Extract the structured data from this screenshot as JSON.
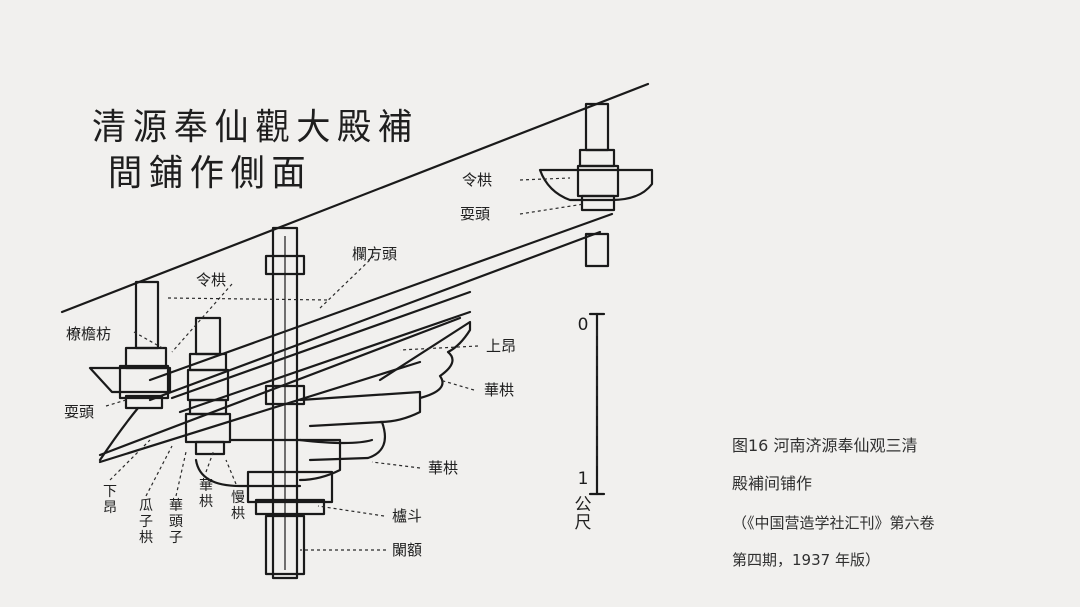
{
  "title": {
    "line1": "清源奉仙觀大殿補",
    "line2": "間鋪作側面"
  },
  "labels": {
    "linggong_top": "令栱",
    "shuatou_top": "耍頭",
    "lanefangtou": "欄方頭",
    "linggong_mid": "令栱",
    "liaoyanfang": "橑檐枋",
    "shangang": "上昂",
    "shuatou_left": "耍頭",
    "huagong_right": "華栱",
    "huagong_lower": "華栱",
    "ludou": "櫨斗",
    "lan_e": "闌額",
    "xiaang": "下昂",
    "guazigong": "瓜子栱",
    "huatougan": "華頭子",
    "huagong_bottom": "華栱",
    "mangong": "慢栱"
  },
  "scale": {
    "zero": "0",
    "one": "1",
    "unit": "公尺"
  },
  "caption": {
    "line1": "图16  河南济源奉仙观三清",
    "line2": "殿補间铺作",
    "line3": "（《中国营造学社汇刊》第六卷",
    "line4": "第四期，1937 年版）"
  }
}
